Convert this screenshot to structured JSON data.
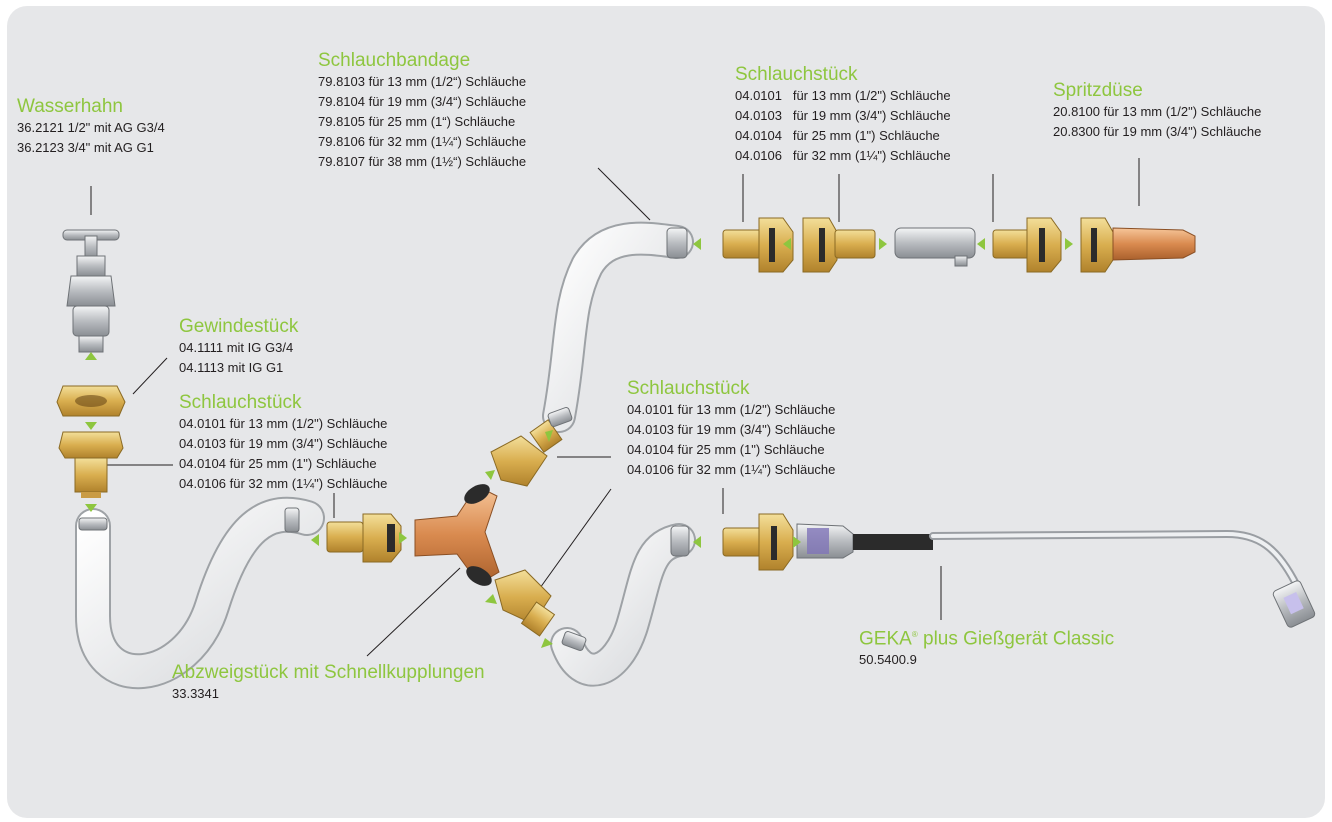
{
  "colors": {
    "background": "#e6e7e9",
    "accent_green": "#8ec63f",
    "text": "#231f20"
  },
  "labels": {
    "wasserhahn": {
      "title": "Wasserhahn",
      "items": [
        "36.2121 1/2\" mit AG G3/4",
        "36.2123 3/4\" mit AG G1"
      ]
    },
    "gewindestueck": {
      "title": "Gewindestück",
      "items": [
        "04.1111 mit IG G3/4",
        "04.1113 mit IG G1"
      ]
    },
    "schlauchstueck_left": {
      "title": "Schlauchstück",
      "items": [
        "04.0101 für 13 mm (1/2\") Schläuche",
        "04.0103 für 19 mm (3/4\") Schläuche",
        "04.0104 für 25 mm (1\") Schläuche",
        "04.0106 für 32 mm (1¼\") Schläuche"
      ]
    },
    "schlauchbandage": {
      "title": "Schlauchbandage",
      "items": [
        "79.8103 für 13 mm (1/2“) Schläuche",
        "79.8104 für 19 mm (3/4“) Schläuche",
        "79.8105 für 25 mm (1“) Schläuche",
        "79.8106 für 32 mm (1¼“) Schläuche",
        "79.8107 für 38 mm (1½“) Schläuche"
      ]
    },
    "schlauchstueck_top": {
      "title": "Schlauchstück",
      "items": [
        "04.0101   für 13 mm (1/2\") Schläuche",
        "04.0103   für 19 mm (3/4\") Schläuche",
        "04.0104   für 25 mm (1\") Schläuche",
        "04.0106   für 32 mm (1¼\") Schläuche"
      ]
    },
    "spritzduese": {
      "title": "Spritzdüse",
      "items": [
        "20.8100 für 13 mm (1/2\") Schläuche",
        "20.8300 für 19 mm (3/4\") Schläuche"
      ]
    },
    "schlauchstueck_middle": {
      "title": "Schlauchstück",
      "items": [
        "04.0101 für 13 mm (1/2\") Schläuche",
        "04.0103 für 19 mm (3/4\") Schläuche",
        "04.0104 für 25 mm (1\") Schläuche",
        "04.0106 für 32 mm (1¼\") Schläuche"
      ]
    },
    "abzweigstueck": {
      "title": "Abzweigstück mit Schnellkupplungen",
      "items": [
        "33.3341"
      ]
    },
    "giessgeraet": {
      "title_brand": "GEKA",
      "title_reg": "®",
      "title_rest": " plus Gießgerät Classic",
      "items": [
        "50.5400.9"
      ]
    }
  },
  "icons": [
    "faucet-icon",
    "thread-coupling-icon",
    "hose-coupling-icon",
    "hose-icon",
    "y-branch-icon",
    "hose-bandage-icon",
    "hose-connector-icon",
    "spray-nozzle-icon",
    "watering-lance-icon",
    "flow-arrow-icon"
  ]
}
